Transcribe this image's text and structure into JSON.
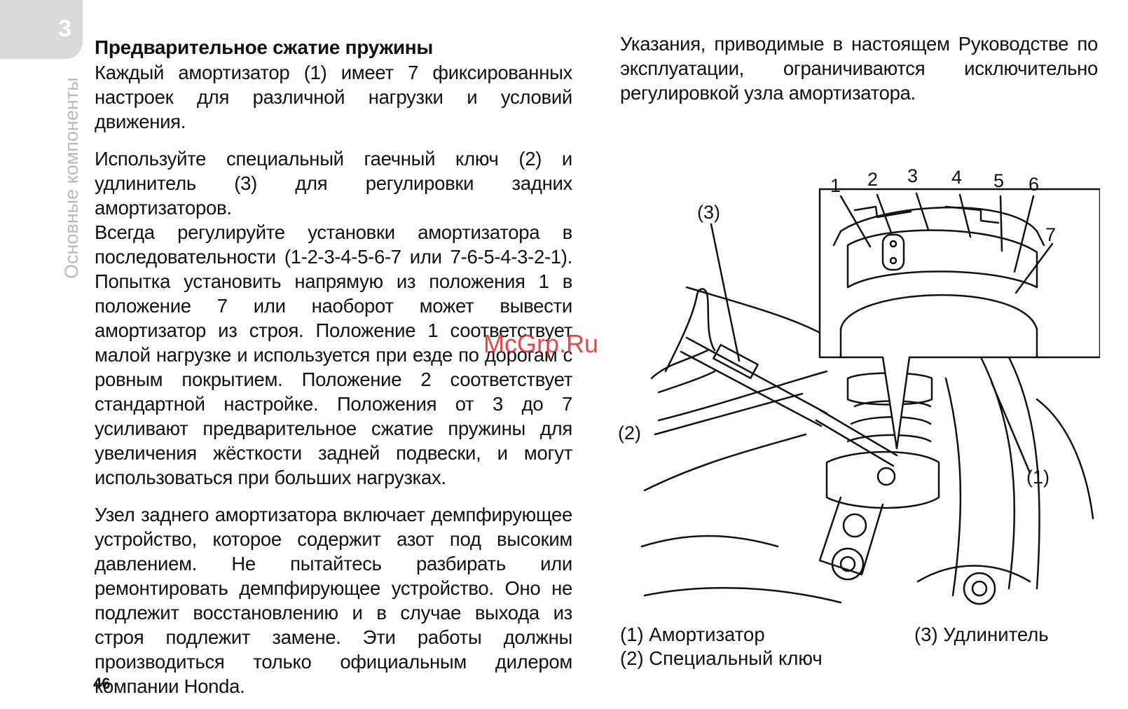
{
  "chapter": {
    "number": "3",
    "side_label": "Основные компоненты"
  },
  "left": {
    "title": "Предварительное сжатие пружины",
    "paragraphs": [
      "Каждый амортизатор (1) имеет 7 фиксированных настроек для различной нагрузки и условий движения.",
      "Используйте специальный гаечный ключ (2) и удлинитель (3) для регулировки задних амортизаторов.",
      "Всегда регулируйте установки амортизатора в последовательности (1-2-3-4-5-6-7 или 7-6-5-4-3-2-1). Попытка установить напрямую из положения 1 в положение 7 или наоборот может вывести амортизатор из строя. Положение 1 соответствует малой нагрузке и используется при езде по дорогам с ровным покрытием. Положение 2 соответствует стандартной настройке. Положения от 3 до 7 усиливают предварительное сжатие пружины для увеличения жёсткости задней подвески, и могут использоваться при больших нагрузках.",
      "Узел заднего амортизатора включает демпфирующее устройство, которое содержит азот под высоким давлением. Не пытайтесь разбирать или ремонтировать демпфирующее устройство. Оно не подлежит восстановлению и в случае выхода из строя подлежит замене. Эти работы должны производиться только официальным дилером компании Honda."
    ]
  },
  "right": {
    "paragraph": "Указания, приводимые в настоящем Руководстве по эксплуатации, ограничиваются исключительно регулировкой узла амортизатора."
  },
  "figure": {
    "position_labels": [
      "1",
      "2",
      "3",
      "4",
      "5",
      "6",
      "7"
    ],
    "callouts": {
      "extension": "(3)",
      "wrench": "(2)",
      "shock": "(1)"
    },
    "captions": {
      "shock": "(1) Амортизатор",
      "wrench": "(2) Специальный ключ",
      "extension": "(3) Удлинитель"
    }
  },
  "watermark": "McGrp.Ru",
  "page_number": "46"
}
